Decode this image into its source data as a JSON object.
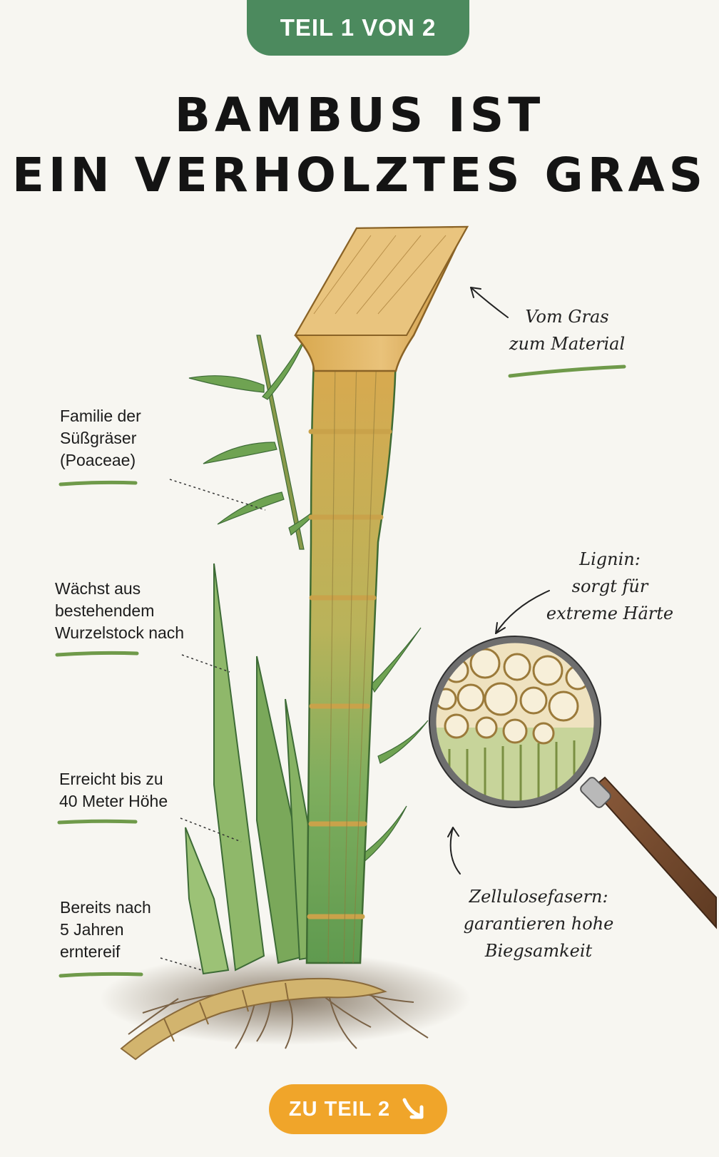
{
  "badge": {
    "text": "TEIL 1 VON 2"
  },
  "title": {
    "line1": "BAMBUS IST",
    "line2": "EIN VERHOLZTES GRAS"
  },
  "labels": {
    "family": "Familie der\nSüßgräser\n(Poaceae)",
    "growth": "Wächst aus\nbestehendem\nWurzelstock nach",
    "height": "Erreicht bis zu\n40 Meter Höhe",
    "harvest": "Bereits nach\n5 Jahren\nerntereif"
  },
  "notes": {
    "material": "Vom Gras\nzum Material",
    "lignin": "Lignin:\nsorgt für\nextreme Härte",
    "cellulose": "Zellulosefasern:\ngarantieren hohe\nBiegsamkeit"
  },
  "cta": {
    "label": "ZU TEIL 2",
    "icon": "arrow-down-right-icon"
  },
  "colors": {
    "badge": "#4c8a5e",
    "cta": "#f0a52a",
    "underline": "#6f9a4a",
    "text": "#141414"
  }
}
